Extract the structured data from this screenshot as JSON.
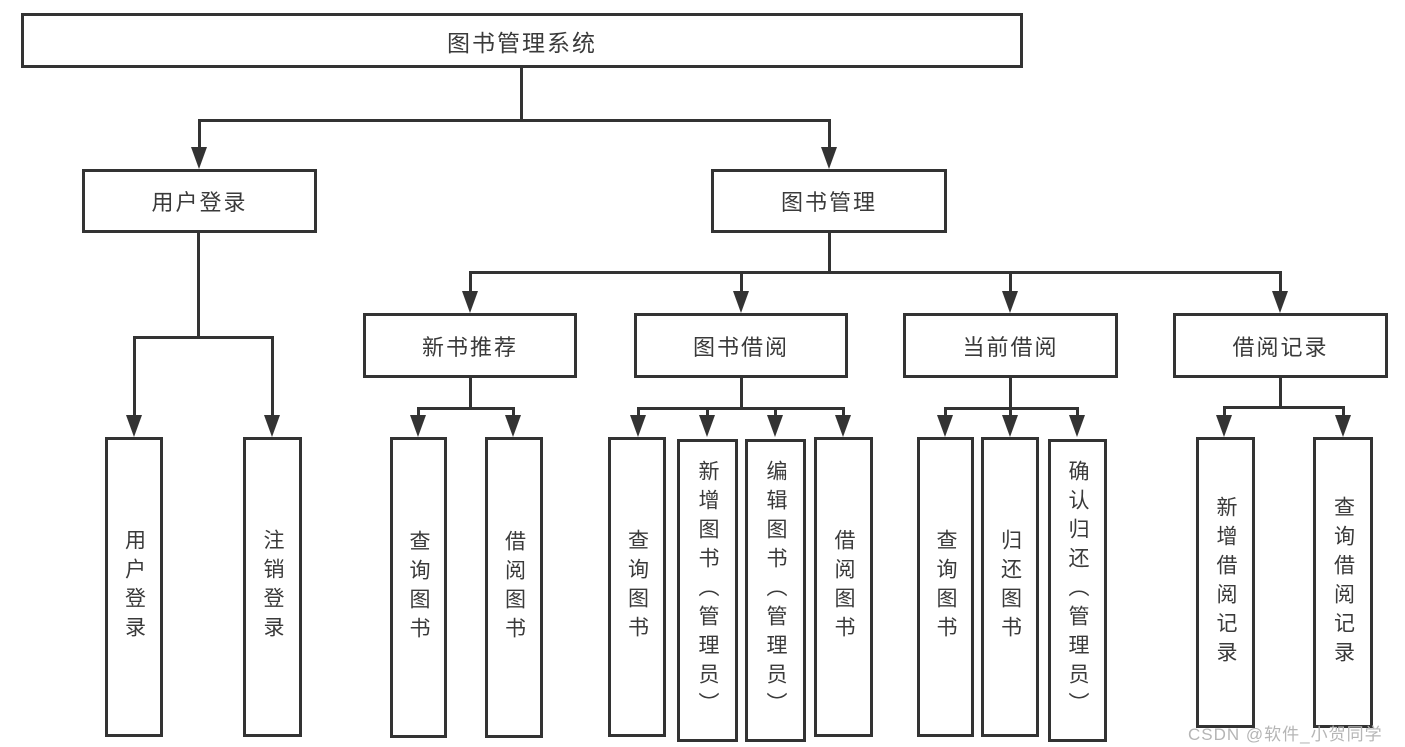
{
  "title": "图书管理系统",
  "level2": {
    "login": "用户登录",
    "books": "图书管理"
  },
  "level3": {
    "newbook": "新书推荐",
    "borrow": "图书借阅",
    "current": "当前借阅",
    "records": "借阅记录"
  },
  "leaves": {
    "login": [
      "用户登录",
      "注销登录"
    ],
    "newbook": [
      "查询图书",
      "借阅图书"
    ],
    "borrow": [
      "查询图书",
      "新增图书（管理员）",
      "编辑图书（管理员）",
      "借阅图书"
    ],
    "current": [
      "查询图书",
      "归还图书",
      "确认归还（管理员）"
    ],
    "records": [
      "新增借阅记录",
      "查询借阅记录"
    ]
  },
  "watermark": "CSDN @软件_小贺同学",
  "colors": {
    "line": "#333333",
    "text": "#3a3a3a",
    "watermark": "#b5b5b5",
    "background": "#ffffff"
  }
}
